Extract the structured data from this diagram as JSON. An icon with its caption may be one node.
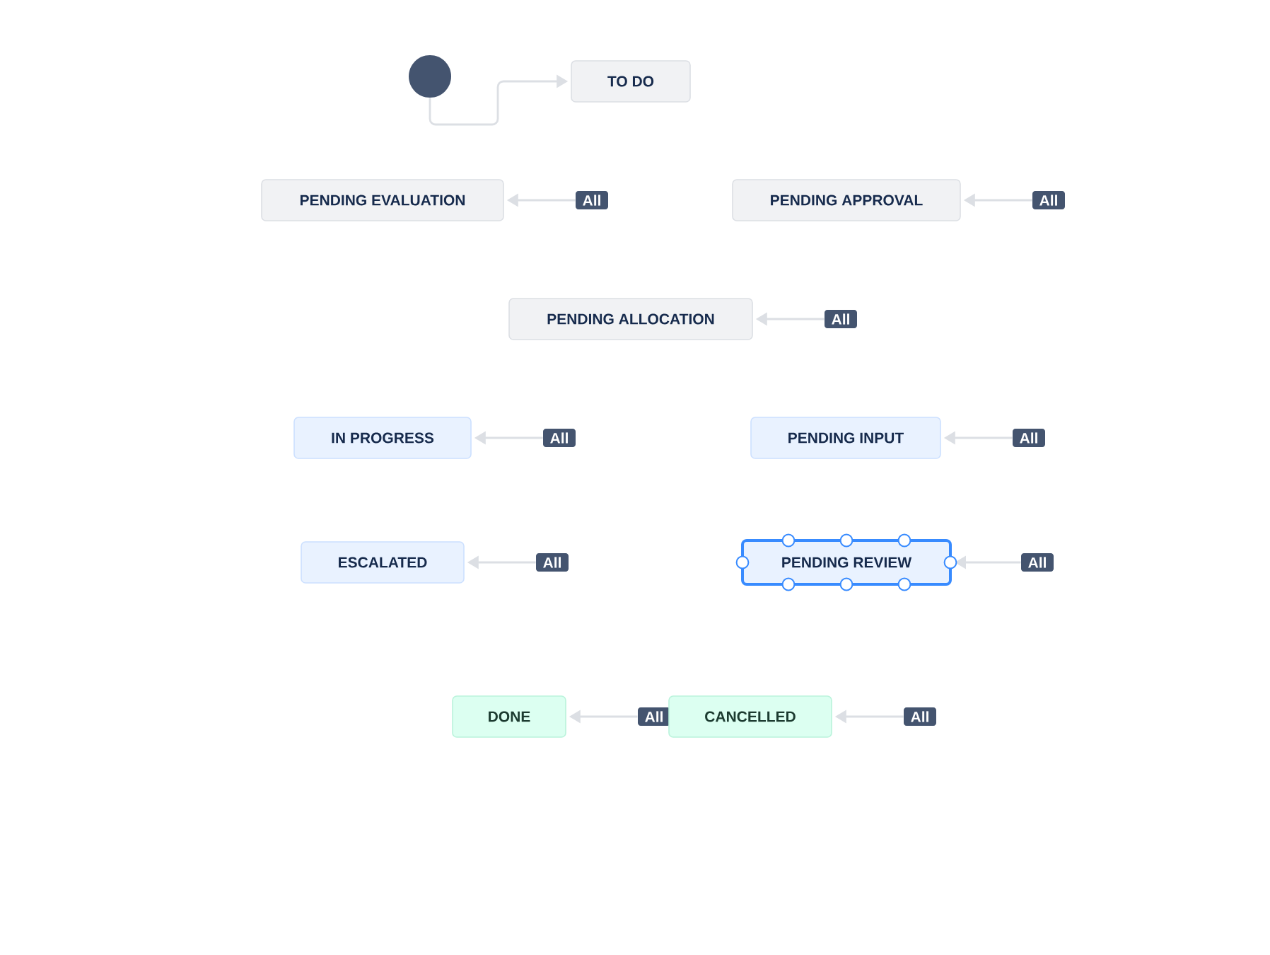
{
  "diagram": {
    "nodes": [
      {
        "text": [],
        "shape": "circle"
      },
      {
        "text": [
          "TO DO"
        ]
      },
      {
        "text": [
          "PENDING EVALUATION"
        ]
      },
      {
        "text": [
          "All"
        ]
      },
      {
        "text": [
          "PENDING APPROVAL"
        ]
      },
      {
        "text": [
          "All"
        ]
      },
      {
        "text": [
          "PENDING ALLOCATION"
        ]
      },
      {
        "text": [
          "All"
        ]
      },
      {
        "text": [
          "IN PROGRESS"
        ]
      },
      {
        "text": [
          "All"
        ]
      },
      {
        "text": [
          "PENDING INPUT"
        ]
      },
      {
        "text": [
          "All"
        ]
      },
      {
        "text": [
          "ESCALATED"
        ]
      },
      {
        "text": [
          "All"
        ]
      },
      {
        "text": [
          "PENDING REVIEW"
        ]
      },
      {
        "text": [
          "All"
        ]
      },
      {
        "text": [
          "DONE"
        ]
      },
      {
        "text": [
          "All"
        ]
      },
      {
        "text": [
          "CANCELLED"
        ]
      },
      {
        "text": [
          "All"
        ]
      }
    ],
    "edges": [
      {
        "from": 0,
        "to": 1,
        "arrow": "to"
      },
      {
        "from": 3,
        "to": 2,
        "arrow": "to"
      },
      {
        "from": 5,
        "to": 4,
        "arrow": "to"
      },
      {
        "from": 7,
        "to": 6,
        "arrow": "to"
      },
      {
        "from": 9,
        "to": 8,
        "arrow": "to"
      },
      {
        "from": 11,
        "to": 10,
        "arrow": "to"
      },
      {
        "from": 13,
        "to": 12,
        "arrow": "to"
      },
      {
        "from": 15,
        "to": 14,
        "arrow": "to"
      },
      {
        "from": 17,
        "to": 16,
        "arrow": "to"
      },
      {
        "from": 19,
        "to": 18,
        "arrow": "to"
      }
    ]
  }
}
